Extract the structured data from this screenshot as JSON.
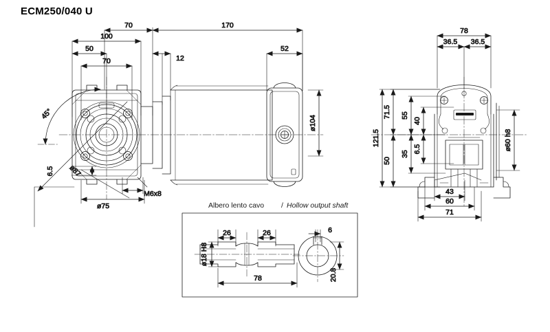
{
  "drawing": {
    "title": "ECM250/040 U",
    "background_color": "#ffffff",
    "line_color": "#1a1a1a",
    "type": "technical-dimension-drawing",
    "subject": "ECM250/040 U worm gear motor — side elevation, end elevation and hollow output shaft detail"
  },
  "side_view": {
    "name": "side-elevation",
    "dimensions": {
      "gearbox_length": "70",
      "motor_length": "170",
      "flange_width_outer": "100",
      "flange_half": "50",
      "bolt_pitch": "70",
      "adapter": "12",
      "terminal_box": "52",
      "motor_diameter": "ø104",
      "foot_height": "6.5",
      "bolt_circle": "ø75",
      "square_diagonal": "ø87",
      "angle": "45°",
      "thread": "M6x8"
    }
  },
  "end_view": {
    "name": "end-elevation",
    "dimensions": {
      "overall_width": "78",
      "half_width_left": "36.5",
      "half_width_right": "36.5",
      "overall_height": "121.5",
      "height_above_axis": "71.5",
      "height_below_axis": "50",
      "upper_feature": "55",
      "lower_feature": "35",
      "inner_upper": "40",
      "inner_lower": "6.5",
      "shaft": "ø60 h8",
      "foot_inner": "43",
      "foot_mid": "60",
      "foot_outer": "71"
    }
  },
  "detail_box": {
    "name": "hollow-output-shaft-detail",
    "caption_it": "Albero lento cavo",
    "caption_sep": "/",
    "caption_en": "Hollow output shaft",
    "dimensions": {
      "left_step": "26",
      "right_step": "26",
      "keyway_width": "6",
      "bore": "ø18 H8",
      "total_length": "78",
      "keyway_depth": "20.8"
    }
  }
}
